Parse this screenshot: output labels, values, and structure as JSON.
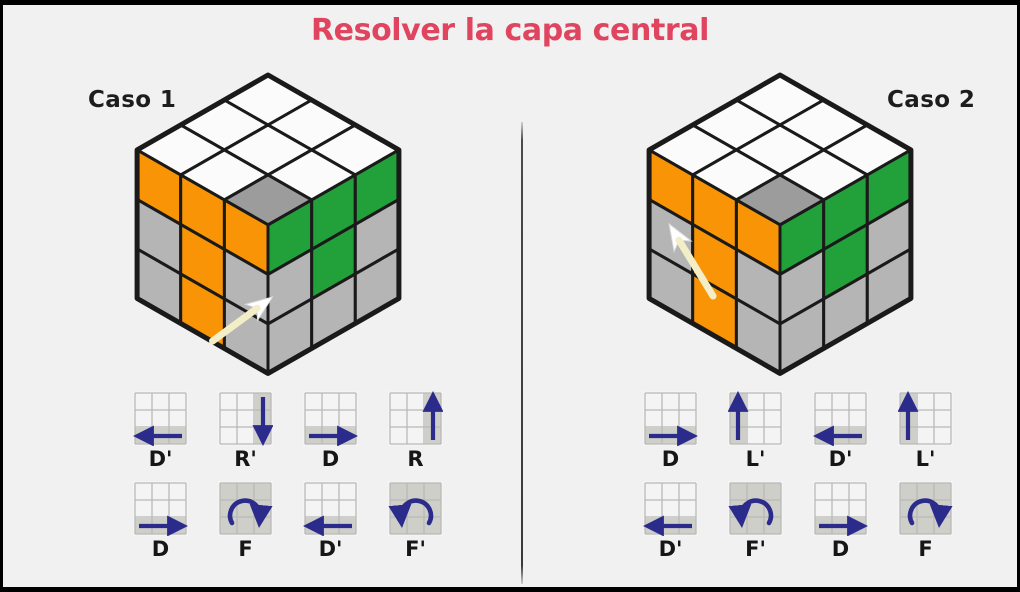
{
  "title": "Resolver la capa central",
  "title_color": "#e0445f",
  "background_color": "#f1f1f1",
  "frame_border_color": "#000000",
  "palette": {
    "orange": "#F89406",
    "green": "#22A13A",
    "gray": "#B5B5B5",
    "gray_dark": "#9C9C9C",
    "white": "#FBFBFB",
    "outline": "#1A1A1A",
    "arrow_blue": "#2B2B8C",
    "pointer_white": "#FFFFFF",
    "pointer_tail": "#F3EEC8"
  },
  "cases": [
    {
      "label": "Caso 1",
      "label_position": "left",
      "cube": {
        "top_face": [
          [
            "white",
            "white",
            "white"
          ],
          [
            "white",
            "white",
            "white"
          ],
          [
            "white",
            "white",
            "gray"
          ]
        ],
        "left_face": [
          [
            "orange",
            "orange",
            "orange"
          ],
          [
            "gray",
            "orange",
            "gray"
          ],
          [
            "gray",
            "orange",
            "gray"
          ]
        ],
        "right_face": [
          [
            "green",
            "green",
            "green"
          ],
          [
            "gray",
            "green",
            "gray"
          ],
          [
            "gray",
            "gray",
            "gray"
          ]
        ],
        "pointer": {
          "direction": "up-right",
          "target": "left-face-bottom-right-edge"
        }
      },
      "move_rows": [
        [
          {
            "label": "D'",
            "icon": "arrow-left",
            "band": "bottom-row"
          },
          {
            "label": "R'",
            "icon": "arrow-down",
            "band": "right-column"
          },
          {
            "label": "D",
            "icon": "arrow-right",
            "band": "bottom-row"
          },
          {
            "label": "R",
            "icon": "arrow-up",
            "band": "right-column"
          }
        ],
        [
          {
            "label": "D",
            "icon": "arrow-right",
            "band": "bottom-row"
          },
          {
            "label": "F",
            "icon": "rotate-cw",
            "band": "full-face"
          },
          {
            "label": "D'",
            "icon": "arrow-left",
            "band": "bottom-row"
          },
          {
            "label": "F'",
            "icon": "rotate-ccw",
            "band": "full-face"
          }
        ]
      ]
    },
    {
      "label": "Caso 2",
      "label_position": "right",
      "cube": {
        "top_face": [
          [
            "white",
            "white",
            "white"
          ],
          [
            "white",
            "white",
            "white"
          ],
          [
            "white",
            "white",
            "gray"
          ]
        ],
        "left_face": [
          [
            "orange",
            "orange",
            "orange"
          ],
          [
            "gray",
            "orange",
            "gray"
          ],
          [
            "gray",
            "orange",
            "gray"
          ]
        ],
        "right_face": [
          [
            "green",
            "green",
            "green"
          ],
          [
            "gray",
            "green",
            "gray"
          ],
          [
            "gray",
            "gray",
            "gray"
          ]
        ],
        "pointer": {
          "direction": "up-left",
          "target": "left-face-middle-left"
        }
      },
      "move_rows": [
        [
          {
            "label": "D",
            "icon": "arrow-right",
            "band": "bottom-row"
          },
          {
            "label": "L'",
            "icon": "arrow-up",
            "band": "left-column"
          },
          {
            "label": "D'",
            "icon": "arrow-left",
            "band": "bottom-row"
          },
          {
            "label": "L'",
            "icon": "arrow-up",
            "band": "left-column"
          }
        ],
        [
          {
            "label": "D'",
            "icon": "arrow-left",
            "band": "bottom-row"
          },
          {
            "label": "F'",
            "icon": "rotate-ccw",
            "band": "full-face"
          },
          {
            "label": "D",
            "icon": "arrow-right",
            "band": "bottom-row"
          },
          {
            "label": "F",
            "icon": "rotate-cw",
            "band": "full-face"
          }
        ]
      ]
    }
  ]
}
